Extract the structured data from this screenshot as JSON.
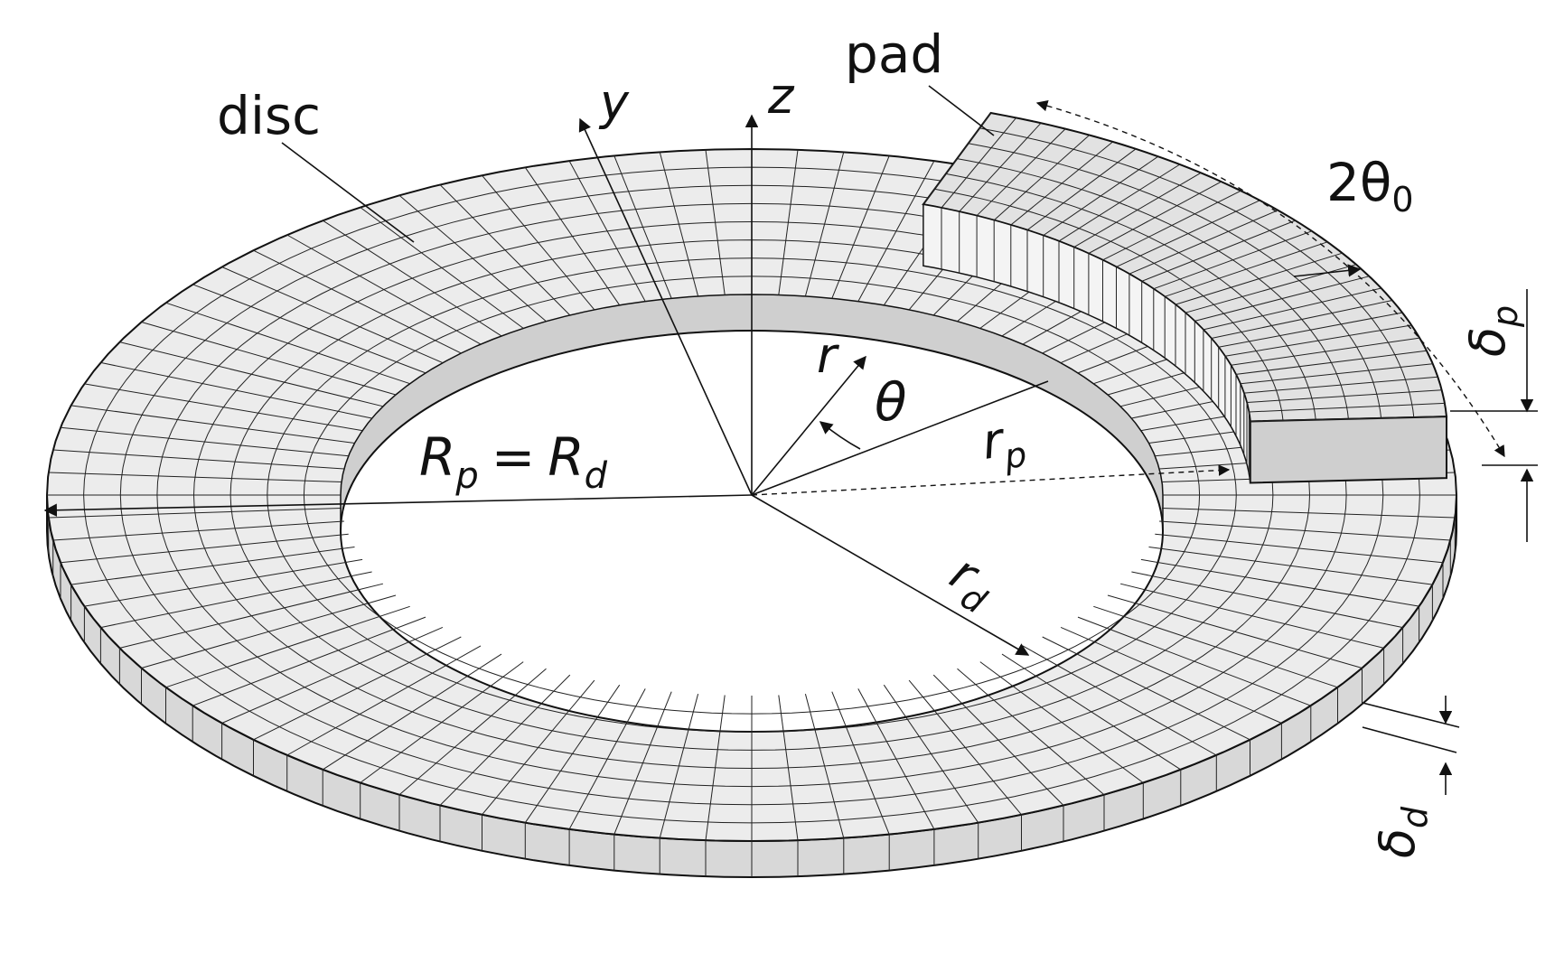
{
  "labels": {
    "disc": "disc",
    "pad": "pad",
    "axis_y": "y",
    "axis_z": "z",
    "angle_span": "2θ",
    "angle_span_sub": "0",
    "pad_thickness": "δ",
    "pad_thickness_sub": "p",
    "disc_thickness": "δ",
    "disc_thickness_sub": "d",
    "radius_r": "r",
    "angle_theta": "θ",
    "pad_radius": "r",
    "pad_radius_sub": "p",
    "disc_radius": "r",
    "disc_radius_sub": "d",
    "inner_radius_eq_R": "R",
    "inner_radius_eq_p": "p",
    "inner_radius_eq_eq": "=",
    "inner_radius_eq_R2": "R",
    "inner_radius_eq_d": "d"
  },
  "colors": {
    "surface": "#ececec",
    "surface_dark": "#d6d6d6",
    "line": "#111111"
  }
}
